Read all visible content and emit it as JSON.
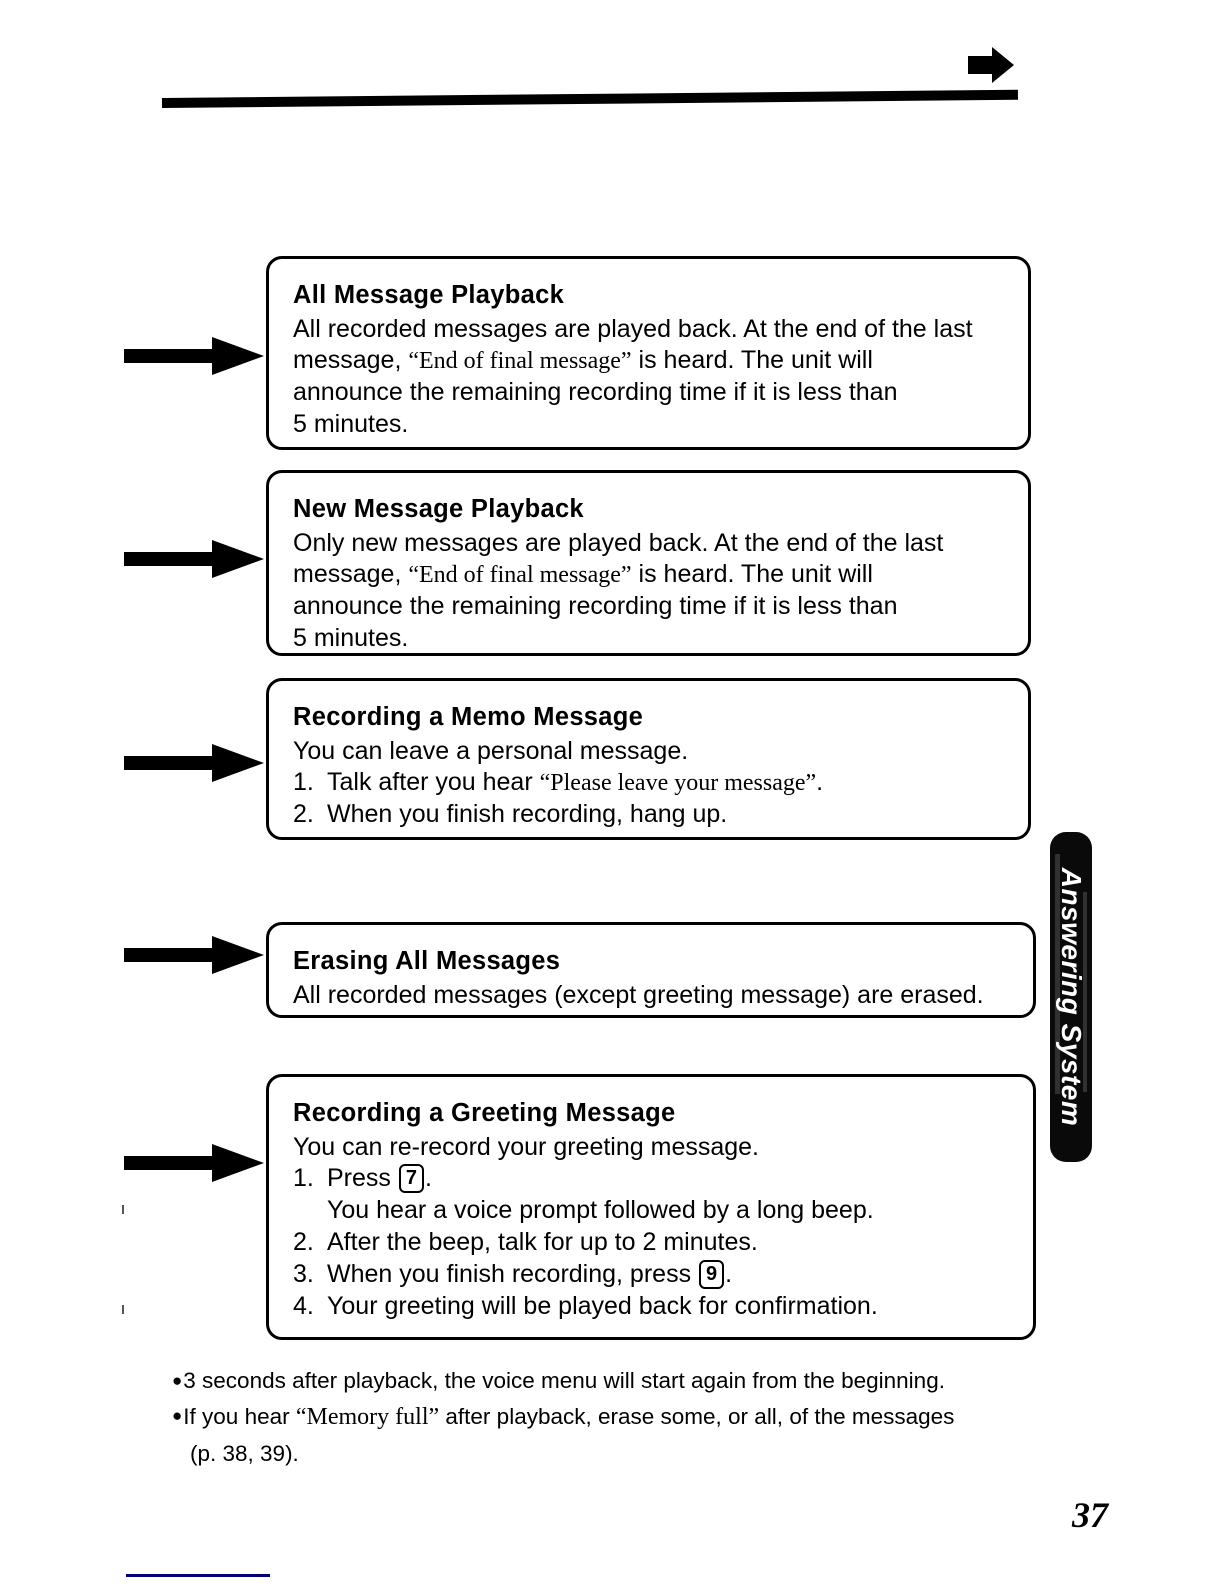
{
  "page": {
    "number": "37",
    "side_tab_label": "Answering System",
    "header_arrow_icon": "right-arrow-icon"
  },
  "boxes": [
    {
      "title": "All Message Playback",
      "lines": [
        "All recorded messages are played back. At the end of the last",
        "message, ",
        "“End of final message”",
        " is heard. The unit will",
        "announce the remaining recording time if it is less than",
        "5 minutes."
      ]
    },
    {
      "title": "New Message Playback",
      "lines": [
        "Only new messages are played back. At the end of the last",
        "message, ",
        "“End of final message”",
        " is heard. The unit will",
        "announce the remaining recording time if it is less than",
        "5 minutes."
      ]
    },
    {
      "title": "Recording a Memo Message",
      "intro": "You can leave a personal message.",
      "steps": [
        {
          "num": "1.",
          "pre": "Talk after you hear ",
          "quote": "“Please leave your message”",
          "post": "."
        },
        {
          "num": "2.",
          "pre": "When you finish recording, hang up.",
          "quote": "",
          "post": ""
        }
      ]
    },
    {
      "title": "Erasing All Messages",
      "lines": [
        "All recorded messages (except greeting message) are erased."
      ]
    },
    {
      "title": "Recording a Greeting Message",
      "intro": "You can re-record your greeting message.",
      "steps": [
        {
          "num": "1.",
          "pre": "Press ",
          "key": "7",
          "post": ".",
          "sub": "You hear a voice prompt followed by a long beep."
        },
        {
          "num": "2.",
          "pre": "After the beep, talk for up to 2 minutes.",
          "key": "",
          "post": "",
          "sub": ""
        },
        {
          "num": "3.",
          "pre": "When you finish recording, press ",
          "key": "9",
          "post": ".",
          "sub": ""
        },
        {
          "num": "4.",
          "pre": "Your greeting will be played back for confirmation.",
          "key": "",
          "post": "",
          "sub": ""
        }
      ]
    }
  ],
  "footnotes": [
    {
      "bullet": "●",
      "pre": "3 seconds after playback, the voice menu will start again from the beginning.",
      "quote": "",
      "post": "",
      "cont": ""
    },
    {
      "bullet": "●",
      "pre": "If you hear ",
      "quote": "“Memory full”",
      "post": " after playback, erase some, or all, of the messages",
      "cont": "(p. 38, 39)."
    }
  ],
  "colors": {
    "ink": "#000000",
    "paper": "#ffffff",
    "footer_rule": "#00007a",
    "side_tab_bg": "#0a0a0a"
  }
}
